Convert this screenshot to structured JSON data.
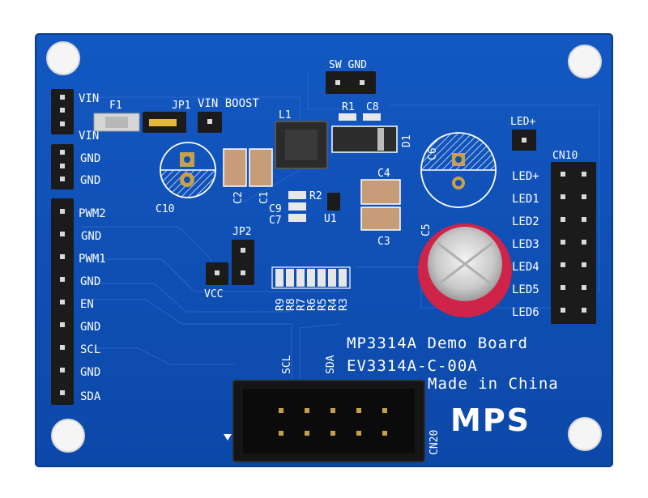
{
  "board": {
    "title": "MP3314A Demo Board",
    "part_number": "EV3314A-C-00A",
    "origin": "Made in China",
    "logo": "MPS"
  },
  "left_header_labels": [
    "VIN",
    "VIN",
    "GND",
    "GND",
    "PWM2",
    "GND",
    "PWM1",
    "GND",
    "EN",
    "GND",
    "SCL",
    "GND",
    "SDA"
  ],
  "top_labels": {
    "sw_gnd": "SW GND",
    "f1": "F1",
    "jp1": "JP1",
    "vin_boost": "VIN BOOST",
    "l1": "L1",
    "r1": "R1",
    "c8": "C8",
    "d1": "D1",
    "led_plus_top": "LED+"
  },
  "component_labels": {
    "c10": "C10",
    "c2": "C2",
    "c1": "C1",
    "c9": "C9",
    "c7": "C7",
    "r2": "R2",
    "u1": "U1",
    "c4": "C4",
    "c3": "C3",
    "c5": "C5",
    "c6": "C6",
    "jp2": "JP2",
    "vcc": "VCC",
    "cn10": "CN10",
    "cn20": "CN20",
    "scl_top": "SCL",
    "sda_top": "SDA",
    "resistors": [
      "R9",
      "R8",
      "R7",
      "R6",
      "R5",
      "R4",
      "R3"
    ]
  },
  "right_header_labels": [
    "LED+",
    "LED1",
    "LED2",
    "LED3",
    "LED4",
    "LED5",
    "LED6"
  ],
  "colors": {
    "pcb": "#0f4fb6",
    "pcb_edge": "#0b3f98",
    "silkscreen": "#ffffff",
    "pad": "#c9a04a",
    "header": "#1b1b1b",
    "cap_red": "#cf2347"
  }
}
